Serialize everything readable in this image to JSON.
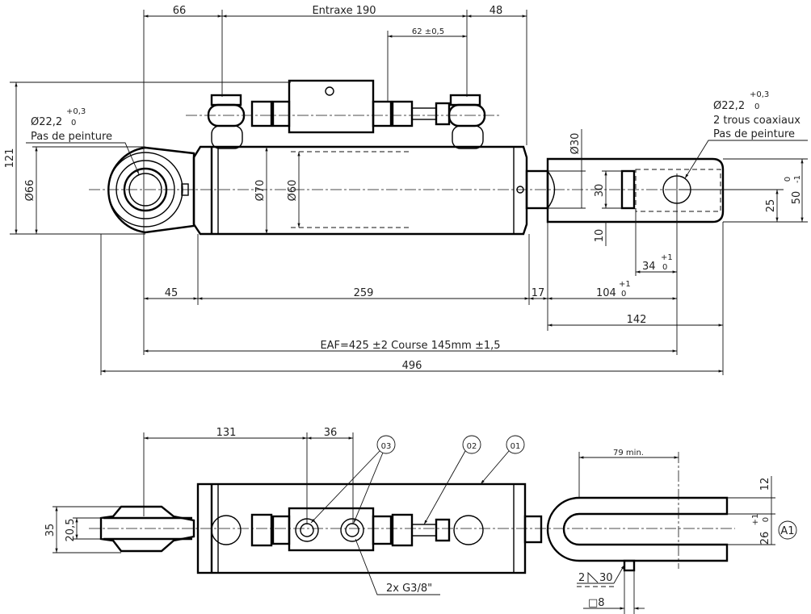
{
  "top_view": {
    "dim_66": "66",
    "dim_entraxe": "Entraxe 190",
    "dim_48": "48",
    "dim_62": "62 ±0,5",
    "dim_121": "121",
    "dim_d66": "Ø66",
    "dim_d70": "Ø70",
    "dim_d60": "Ø60",
    "eye_hole": {
      "dia": "Ø22,2",
      "tol_upper": "+0,3",
      "tol_lower": "0",
      "note": "Pas de peinture"
    },
    "clevis_hole": {
      "dia": "Ø22,2",
      "tol_upper": "+0,3",
      "tol_lower": "0",
      "note1": "2 trous coaxiaux",
      "note2": "Pas de peinture"
    },
    "dim_d30": "Ø30",
    "dim_30": "30",
    "dim_10": "10",
    "dim_25": "25",
    "dim_50": "50",
    "dim_50_tol": "0\n-1",
    "dim_50_tol_upper": "0",
    "dim_50_tol_lower": "-1",
    "dim_34": "34",
    "dim_34_tol_upper": "+1",
    "dim_34_tol_lower": "0",
    "dim_45": "45",
    "dim_259": "259",
    "dim_17": "17",
    "dim_104": "104",
    "dim_104_tol_upper": "+1",
    "dim_104_tol_lower": "0",
    "dim_142": "142",
    "dim_eaf": "EAF=425 ±2 Course 145mm ±1,5",
    "dim_496": "496"
  },
  "bottom_view": {
    "dim_131": "131",
    "dim_36": "36",
    "dim_79": "79 min.",
    "dim_35": "35",
    "dim_20_5": "20,5",
    "dim_12": "12",
    "dim_26": "26",
    "dim_26_tol_upper": "+1",
    "dim_26_tol_lower": "0",
    "datum": "A1",
    "balloons": [
      "03",
      "02",
      "01"
    ],
    "port_note": "2x G3/8\"",
    "weld_size": "2",
    "weld_length": "30",
    "square_note": "□8"
  }
}
